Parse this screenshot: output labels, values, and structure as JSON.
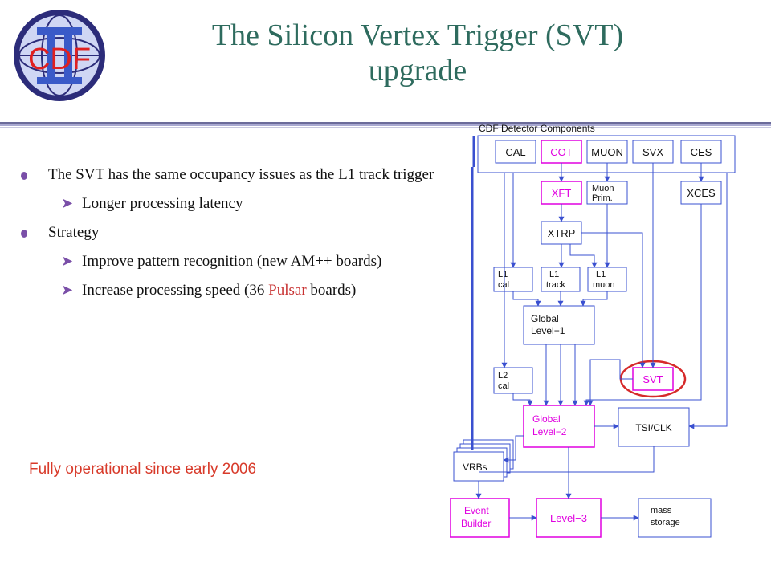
{
  "logo": {
    "letters": "CDF"
  },
  "title": {
    "line1": "The Silicon Vertex Trigger (SVT)",
    "line2": "upgrade"
  },
  "bullets": [
    {
      "text": "The SVT has the same occupancy  issues as the L1 track trigger",
      "subs": [
        {
          "text": "Longer processing latency"
        }
      ]
    },
    {
      "text": "Strategy",
      "subs": [
        {
          "text": "Improve pattern recognition (new AM++ boards)"
        },
        {
          "pre": "Increase processing speed (36 ",
          "highlight": "Pulsar",
          "post": " boards)"
        }
      ]
    }
  ],
  "footer": "Fully operational since early 2006",
  "diagram": {
    "header": "CDF Detector Components",
    "blocks": {
      "cal": "CAL",
      "cot": "COT",
      "muon": "MUON",
      "svx": "SVX",
      "ces": "CES",
      "xft": "XFT",
      "muon_prim": [
        "Muon",
        "Prim."
      ],
      "xces": "XCES",
      "xtrp": "XTRP",
      "l1cal": [
        "L1",
        "cal"
      ],
      "l1track": [
        "L1",
        "track"
      ],
      "l1muon": [
        "L1",
        "muon"
      ],
      "global_l1": [
        "Global",
        "Level−1"
      ],
      "l2cal": [
        "L2",
        "cal"
      ],
      "svt": "SVT",
      "global_l2": [
        "Global",
        "Level−2"
      ],
      "tsiclk": "TSI/CLK",
      "vrbs": "VRBs",
      "event_builder": [
        "Event",
        "Builder"
      ],
      "level3": "Level−3",
      "mass_storage": [
        "mass",
        "storage"
      ]
    }
  },
  "colors": {
    "title": "#2e6b5e",
    "bullet": "#7a4fa8",
    "highlight": "#c83232",
    "footer": "#d83a2a",
    "magenta": "#e000e0",
    "link": "#3a50d0",
    "svt_ring": "#d62a2a"
  }
}
